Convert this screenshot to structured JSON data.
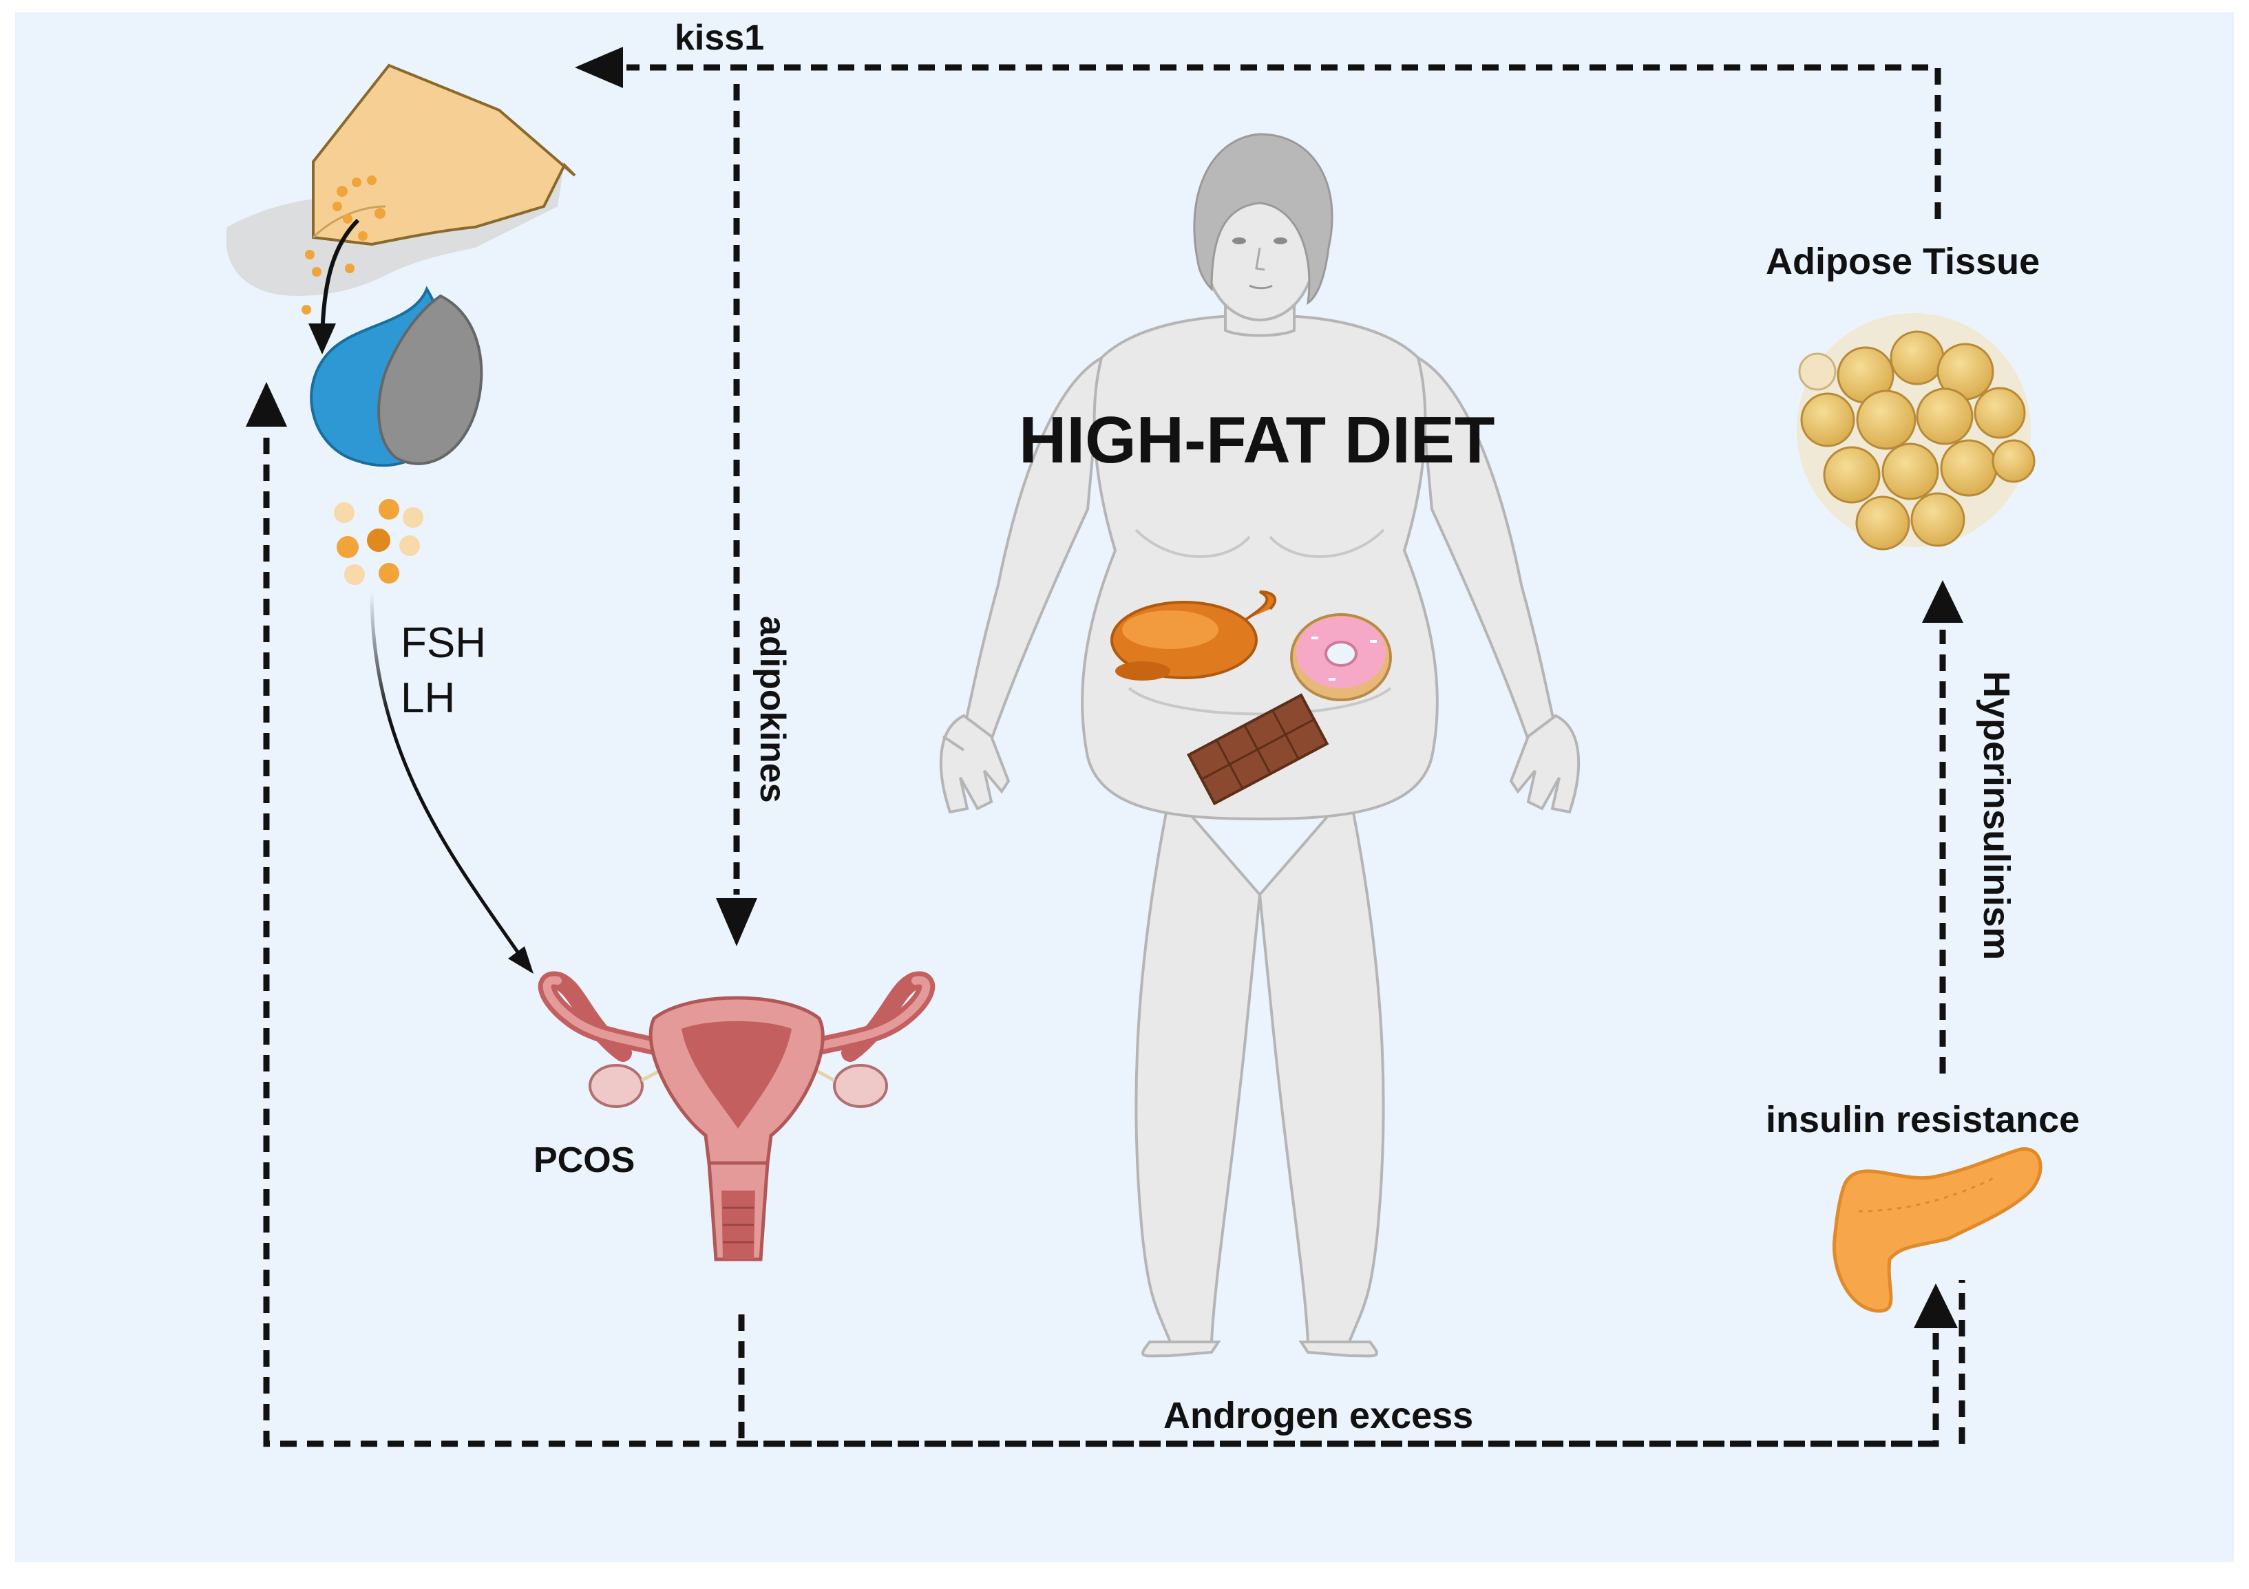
{
  "title": "HIGH-FAT DIET",
  "labels": {
    "kiss1": "kiss1",
    "adipose_tissue": "Adipose Tissue",
    "adipokines": "adipokines",
    "hyperinsulinism": "Hyperinsulinism",
    "insulin_resistance": "insulin resistance",
    "pcos": "PCOS",
    "androgen_excess": "Androgen excess",
    "fsh": "FSH",
    "lh": "LH"
  },
  "colors": {
    "background": "#ebf3fd",
    "arrow": "#111111",
    "body": "#e9e9e9",
    "hair": "#b8b8b8",
    "pituitary_blue": "#2e98d4",
    "pituitary_gray": "#8f8f8f",
    "hypothalamus": "#f5cf94",
    "hormone_orange": "#f0a43a",
    "uterus": "#e59a9a",
    "uterus_dark": "#c45f5f",
    "fat_cell": "#ecc96f",
    "pancreas": "#f7a64a",
    "chicken": "#e07a1f",
    "donut_icing": "#f6a8c7",
    "chocolate": "#8b4a2f"
  },
  "icons": [
    "hypothalamus-pituitary-icon",
    "hormone-granules-icon",
    "uterus-ovaries-icon",
    "woman-figure-icon",
    "roast-chicken-icon",
    "donut-icon",
    "chocolate-bar-icon",
    "adipose-tissue-icon",
    "pancreas-icon"
  ]
}
